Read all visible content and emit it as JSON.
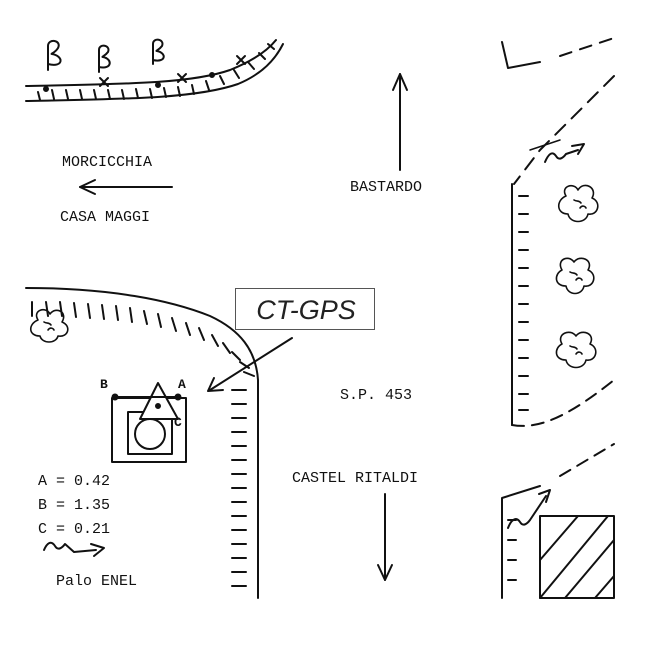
{
  "labels": {
    "north_road": "BASTARDO",
    "west_road_1": "MORCICCHIA",
    "west_road_2": "CASA MAGGI",
    "road_name": "S.P. 453",
    "south_road": "CASTEL RITALDI",
    "gps_box": "CT-GPS",
    "point_a": "A",
    "point_b": "B",
    "point_c": "C",
    "meas_a": "A = 0.42",
    "meas_b": "B = 1.35",
    "meas_c": "C = 0.21",
    "pole": "Palo ENEL"
  },
  "colors": {
    "ink": "#111111",
    "box_border": "#555555"
  },
  "icons": [
    "tree-symbol-icon",
    "bush-icon",
    "north-arrow-icon",
    "pole-symbol-icon",
    "survey-marker-icon"
  ]
}
